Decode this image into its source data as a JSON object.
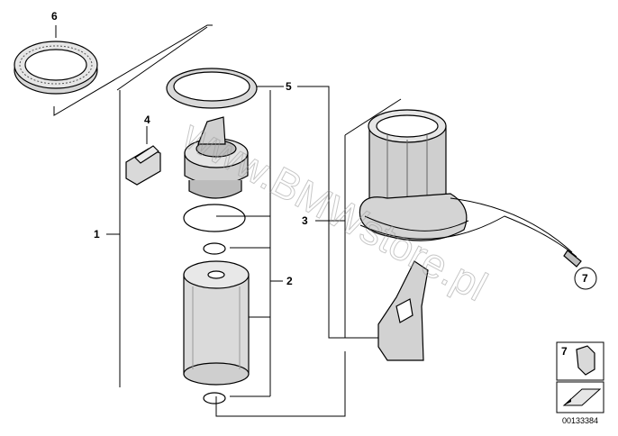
{
  "callouts": {
    "c1": "1",
    "c2": "2",
    "c3": "3",
    "c4": "4",
    "c5": "5",
    "c6": "6",
    "c7": "7",
    "legend_number": "7"
  },
  "watermark": "www.BMWstore.pl",
  "document_number": "00133384",
  "colors": {
    "line": "#000000",
    "part_fill": "#d9d9d9",
    "part_shade": "#8c8c8c",
    "background": "#ffffff"
  }
}
